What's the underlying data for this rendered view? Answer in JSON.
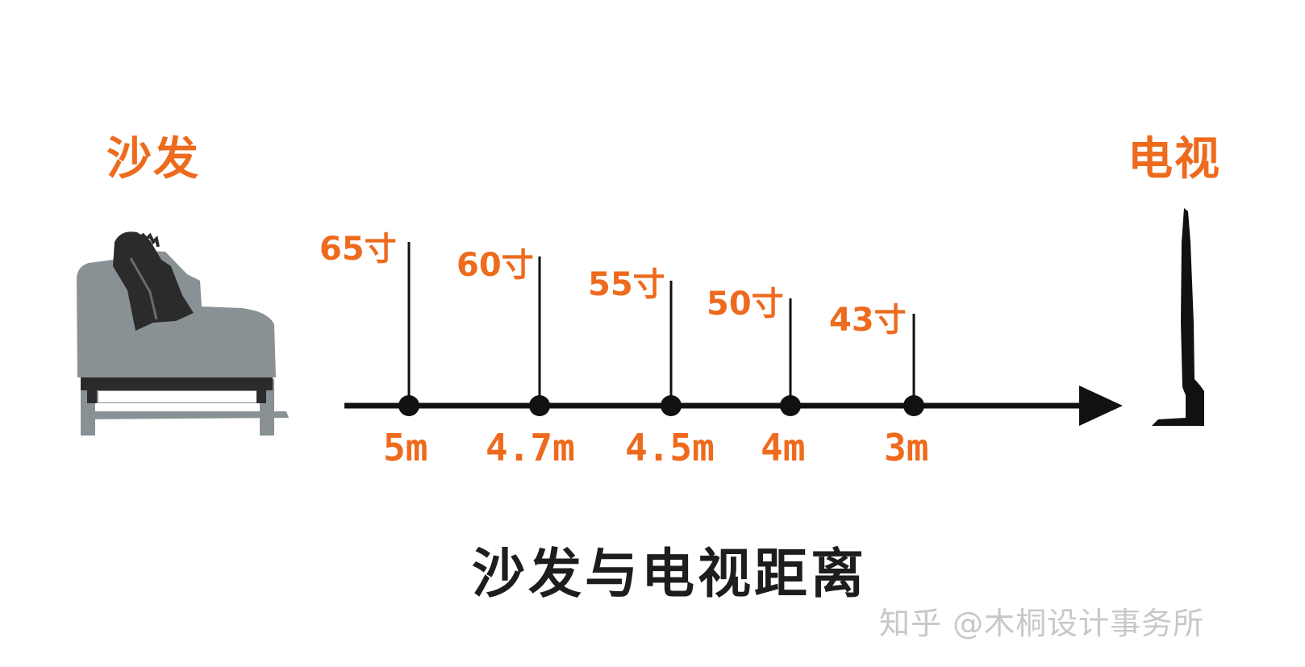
{
  "labels": {
    "sofa": "沙发",
    "tv": "电视"
  },
  "title": "沙发与电视距离",
  "watermark": "知乎 @木桐设计事务所",
  "markers": [
    {
      "size": "65寸",
      "distance": "5m"
    },
    {
      "size": "60寸",
      "distance": "4.7m"
    },
    {
      "size": "55寸",
      "distance": "4.5m"
    },
    {
      "size": "50寸",
      "distance": "4m"
    },
    {
      "size": "43寸",
      "distance": "3m"
    }
  ],
  "colors": {
    "accent": "#ee6a1d",
    "line": "#111111",
    "sofa_body": "#8a9195",
    "cushion": "#2b2b2b",
    "title": "#1d1d1d",
    "watermark": "#c8c8c8"
  },
  "icons": [
    "sofa-icon",
    "tv-icon",
    "arrow-icon"
  ]
}
